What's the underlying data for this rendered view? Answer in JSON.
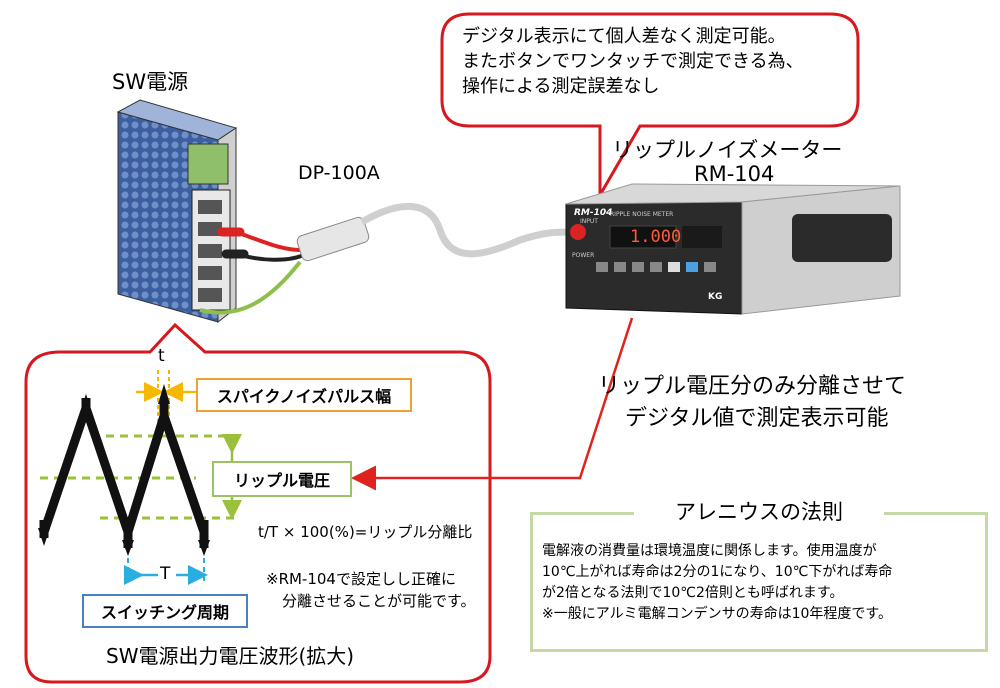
{
  "labels": {
    "sw_power": "SW電源",
    "probe": "DP-100A",
    "meter_name": "リップルノイズメーター",
    "meter_model": "RM-104",
    "separation_line1": "リップル電圧分のみ分離させて",
    "separation_line2": "デジタル値で測定表示可能"
  },
  "callout": {
    "line1": "デジタル表示にて個人差なく測定可能。",
    "line2": "またボタンでワンタッチで測定できる為、",
    "line3": "操作による測定誤差なし"
  },
  "meter_panel": {
    "brand": "RM-104",
    "display": "1.000",
    "panel_title": "RIPPLE NOISE METER",
    "input_label": "INPUT",
    "power_label": "POWER",
    "maker": "KG"
  },
  "waveform": {
    "t_label": "t",
    "T_label": "T",
    "spike_width": "スパイクノイズパルス幅",
    "ripple_voltage": "リップル電圧",
    "switching_period": "スイッチング周期",
    "formula": "t/T × 100(%)=リップル分離比",
    "note_line1": "※RM-104で設定しし正確に",
    "note_line2": "分離させることが可能です。",
    "caption": "SW電源出力電圧波形(拡大)"
  },
  "arrhenius": {
    "title": "アレニウスの法則",
    "line1": "電解液の消費量は環境温度に関係します。使用温度が",
    "line2": "10℃上がれば寿命は2分の1になり、10℃下がれば寿命",
    "line3": "が2倍となる法則で10℃2倍則とも呼ばれます。",
    "line4": "※一般にアルミ電解コンデンサの寿命は10年程度です。"
  },
  "colors": {
    "callout_border": "#d7191f",
    "arrow": "#e0221f",
    "spike_box": "#f0a030",
    "ripple_box": "#9bc364",
    "switching_box": "#4a7fc1",
    "guide_green": "#9ac03c",
    "guide_yellow": "#f5b800",
    "guide_cyan": "#2aaee0",
    "arrhenius_border": "#c5d9a8"
  }
}
